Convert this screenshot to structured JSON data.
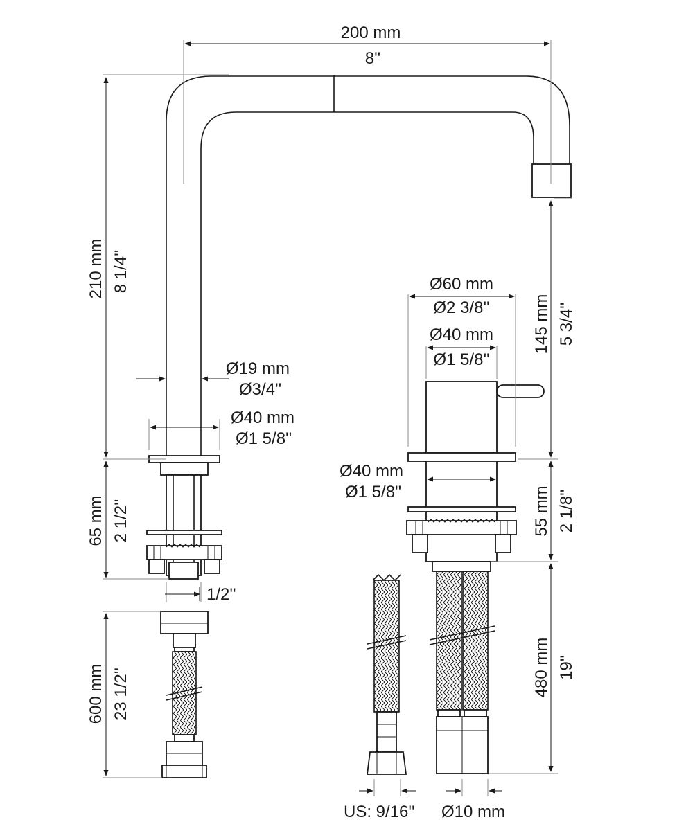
{
  "colors": {
    "line": "#1a1a1a",
    "extension": "#8a8a8a",
    "background": "#ffffff"
  },
  "dims": {
    "spout_reach_mm": "200 mm",
    "spout_reach_in": "8''",
    "spout_height_mm": "210 mm",
    "spout_height_in": "8 1/4''",
    "spout_tube_dia_mm": "Ø19 mm",
    "spout_tube_dia_in": "Ø3/4''",
    "spout_base_dia_mm": "Ø40 mm",
    "spout_base_dia_in": "Ø1 5/8''",
    "spout_shank_mm": "65 mm",
    "spout_shank_in": "2 1/2''",
    "spout_thread": "1/2''",
    "hose_length_mm": "600 mm",
    "hose_length_in": "23 1/2''",
    "mixer_rosette_dia_mm": "Ø60 mm",
    "mixer_rosette_dia_in": "Ø2 3/8''",
    "mixer_body_dia_mm": "Ø40 mm",
    "mixer_body_dia_in": "Ø1 5/8''",
    "mixer_height_mm": "145 mm",
    "mixer_height_in": "5 3/4''",
    "mixer_shank_dia_mm": "Ø40 mm",
    "mixer_shank_dia_in": "Ø1 5/8''",
    "mixer_shank_mm": "55 mm",
    "mixer_shank_in": "2 1/8''",
    "mixer_hose_mm": "480 mm",
    "mixer_hose_in": "19''",
    "nut_size": "US: 9/16''",
    "tube_dia": "Ø10 mm"
  }
}
